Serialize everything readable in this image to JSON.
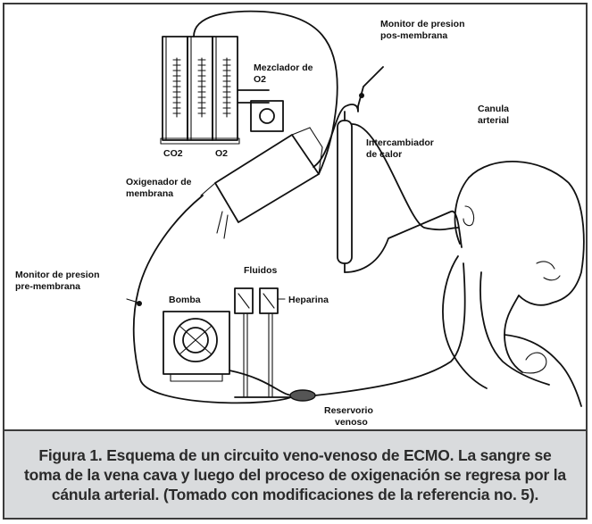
{
  "labels": {
    "monitor_post": [
      "Monitor de presion",
      "pos-membrana"
    ],
    "mixer": [
      "Mezclador de",
      "O2"
    ],
    "co2": "CO2",
    "o2": "O2",
    "canula": [
      "Canula",
      "arterial"
    ],
    "heat_exchanger": [
      "Intercambiador",
      "de calor"
    ],
    "oxygenator": [
      "Oxigenador de",
      "membrana"
    ],
    "monitor_pre": [
      "Monitor de presion",
      "pre-membrana"
    ],
    "fluids": "Fluidos",
    "pump": "Bomba",
    "heparin": "Heparina",
    "reservoir": [
      "Reservorio",
      "venoso"
    ]
  },
  "caption": "Figura 1. Esquema de un circuito veno-venoso de ECMO. La sangre se toma de la vena cava y luego del proceso de oxigenación se regresa por la cánula arterial. (Tomado con modificaciones de la referencia no. 5)."
}
